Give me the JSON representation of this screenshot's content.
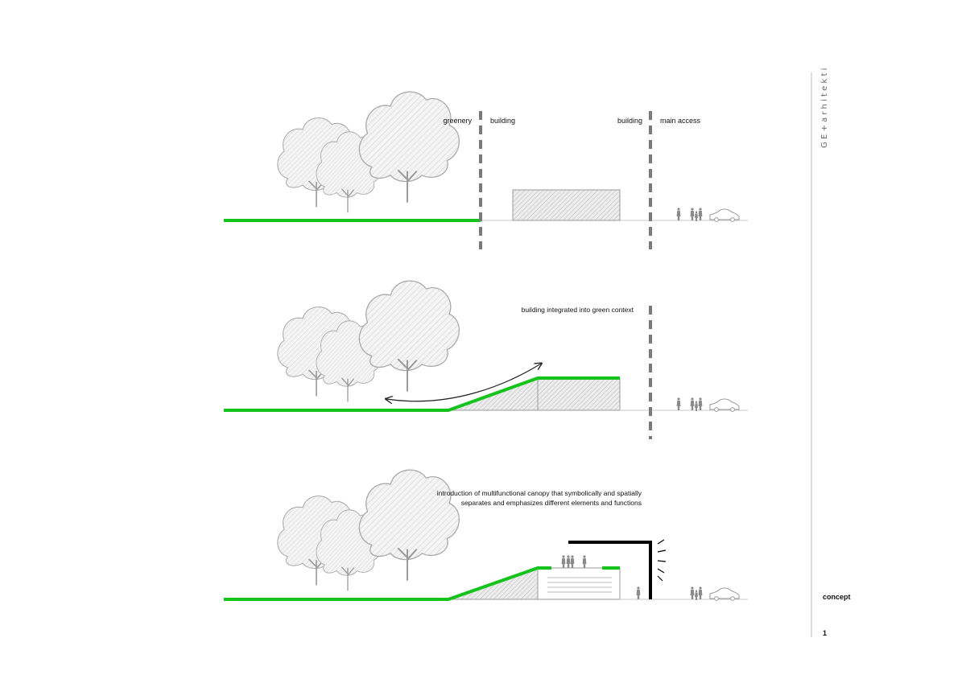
{
  "brand": "GE+arhitekti",
  "sidebar": {
    "sheet_title": "concept",
    "page_number": "1"
  },
  "panels": [
    {
      "labels": {
        "greenery": "greenery",
        "building_left": "building",
        "building_right": "building",
        "main_access": "main access"
      }
    },
    {
      "note": "building integrated into green context"
    },
    {
      "note_line1": "introduction of multifunctional canopy that symbolically and spatially",
      "note_line2": "separates and emphasizes different elements and functions"
    }
  ],
  "colors": {
    "green_roof": "#13c41b",
    "divider": "#7a7a7a",
    "canopy": "#000000"
  },
  "icons": [
    "tree-icon",
    "pedestrian-icon",
    "car-icon",
    "curved-double-arrow-icon",
    "light-rays-icon"
  ]
}
